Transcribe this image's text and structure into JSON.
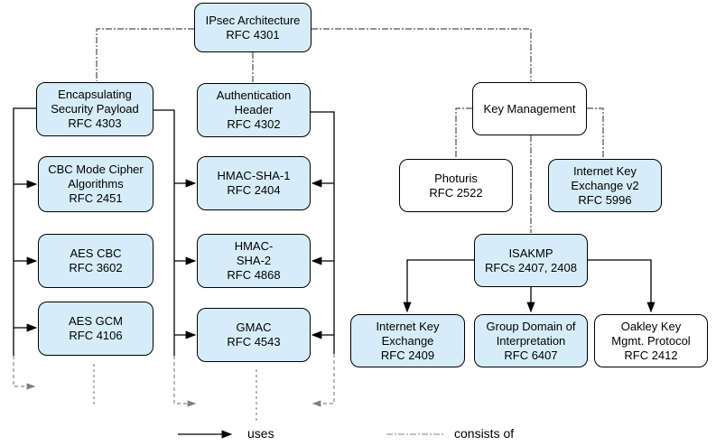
{
  "nodes": {
    "ipsec": {
      "lines": [
        "IPsec Architecture",
        "RFC 4301"
      ]
    },
    "esp": {
      "lines": [
        "Encapsulating",
        "Security Payload",
        "RFC 4303"
      ]
    },
    "auth": {
      "lines": [
        "Authentication",
        "Header",
        "RFC 4302"
      ]
    },
    "cbc_mode": {
      "lines": [
        "CBC Mode Cipher",
        "Algorithms",
        "RFC 2451"
      ]
    },
    "hmac_sha1": {
      "lines": [
        "HMAC-SHA-1",
        "RFC 2404"
      ]
    },
    "aes_cbc": {
      "lines": [
        "AES CBC",
        "RFC 3602"
      ]
    },
    "hmac_sha2": {
      "lines": [
        "HMAC-",
        "SHA-2",
        "RFC 4868"
      ]
    },
    "aes_gcm": {
      "lines": [
        "AES GCM",
        "RFC 4106"
      ]
    },
    "gmac": {
      "lines": [
        "GMAC",
        "RFC 4543"
      ]
    },
    "key_mgmt": {
      "lines": [
        "Key Management"
      ]
    },
    "photuris": {
      "lines": [
        "Photuris",
        "RFC 2522"
      ]
    },
    "ikev2": {
      "lines": [
        "Internet Key",
        "Exchange v2",
        "RFC 5996"
      ]
    },
    "isakmp": {
      "lines": [
        "ISAKMP",
        "RFCs 2407, 2408"
      ]
    },
    "ike": {
      "lines": [
        "Internet Key",
        "Exchange",
        "RFC 2409"
      ]
    },
    "gdoi": {
      "lines": [
        "Group Domain of",
        "Interpretation",
        "RFC 6407"
      ]
    },
    "oakley": {
      "lines": [
        "Oakley Key",
        "Mgmt. Protocol",
        "RFC 2412"
      ]
    }
  },
  "legend": {
    "uses_label": "uses",
    "consists_of_label": "consists of"
  },
  "colors": {
    "node_fill_blue": "#d6edf9",
    "node_fill_white": "#ffffff",
    "node_border": "#000000",
    "uses_line": "#000000",
    "consists_of_line": "#4d4d4d",
    "legend_dashdot_line": "#999999",
    "continuation_line": "#888888"
  }
}
